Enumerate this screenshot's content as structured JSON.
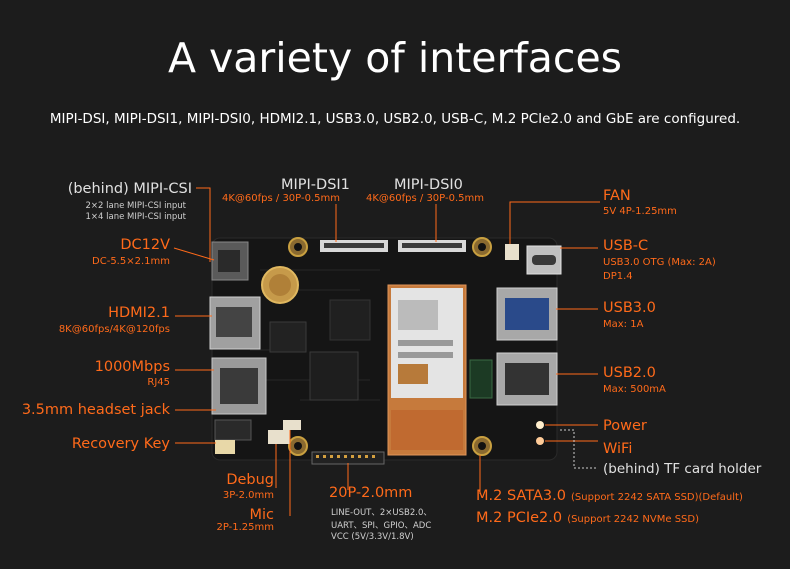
{
  "title": "A variety of interfaces",
  "subtitle": "MIPI-DSI, MIPI-DSI1, MIPI-DSI0, HDMI2.1, USB3.0, USB2.0, USB-C, M.2 PCIe2.0 and GbE are configured.",
  "labels": {
    "mipi_csi": {
      "title": "(behind) MIPI-CSI",
      "line1": "2×2 lane MIPI-CSI  input",
      "line2": "1×4 lane MIPI-CSI  input"
    },
    "mipi_dsi1": {
      "title": "MIPI-DSI1",
      "spec": "4K@60fps / 30P-0.5mm"
    },
    "mipi_dsi0": {
      "title": "MIPI-DSI0",
      "spec": "4K@60fps / 30P-0.5mm"
    },
    "fan": {
      "title": "FAN",
      "spec": "5V 4P-1.25mm"
    },
    "dc12v": {
      "title": "DC12V",
      "spec": "DC-5.5×2.1mm"
    },
    "usbc": {
      "title": "USB-C",
      "spec1": "USB3.0 OTG (Max: 2A)",
      "spec2": "DP1.4"
    },
    "hdmi": {
      "title": "HDMI2.1",
      "spec": "8K@60fps/4K@120fps"
    },
    "usb30": {
      "title": "USB3.0",
      "spec": "Max:  1A"
    },
    "eth": {
      "title": "1000Mbps",
      "spec": "RJ45"
    },
    "usb20": {
      "title": "USB2.0",
      "spec": "Max: 500mA"
    },
    "headset": {
      "title": "3.5mm headset jack"
    },
    "power": {
      "title": "Power"
    },
    "recovery": {
      "title": "Recovery Key"
    },
    "wifi": {
      "title": "WiFi"
    },
    "tf": {
      "title": "(behind) TF card holder"
    },
    "debug": {
      "title": "Debug",
      "spec": "3P-2.0mm"
    },
    "gpio": {
      "title": "20P-2.0mm",
      "spec1": "LINE-OUT、2×USB2.0、",
      "spec2": "UART、SPI、GPIO、ADC",
      "spec3": "VCC (5V/3.3V/1.8V)"
    },
    "mic": {
      "title": "Mic",
      "spec": "2P-1.25mm"
    },
    "m2sata": {
      "title": "M.2 SATA3.0",
      "spec": "(Support 2242 SATA SSD)(Default)"
    },
    "m2pcie": {
      "title": "M.2 PCIe2.0",
      "spec": "(Support 2242 NVMe SSD)"
    }
  },
  "colors": {
    "accent": "#ff6a1a",
    "background": "#1c1c1c",
    "pcb": "#141414",
    "ssd": "#c97a3e"
  }
}
